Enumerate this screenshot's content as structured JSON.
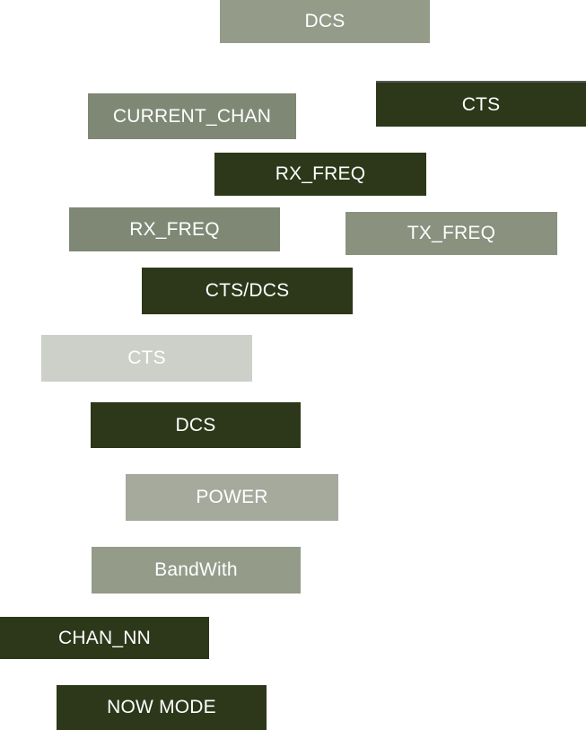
{
  "buttons": {
    "dcs_top": "DCS",
    "cts_right": "CTS",
    "current_chan": "CURRENT_CHAN",
    "rx_freq_dark": "RX_FREQ",
    "rx_freq_mid": "RX_FREQ",
    "tx_freq": "TX_FREQ",
    "cts_dcs": "CTS/DCS",
    "cts_light": "CTS",
    "dcs_dark": "DCS",
    "power": "POWER",
    "bandwith": "BandWith",
    "chan_nn": "CHAN_NN",
    "now_mode": "NOW MODE"
  },
  "colors": {
    "dark": "#2c3819",
    "mid": "#7f8875",
    "medium": "#949b89",
    "light": "#cdd0c8",
    "pale": "#a5aa9d",
    "text": "#ffffff"
  }
}
